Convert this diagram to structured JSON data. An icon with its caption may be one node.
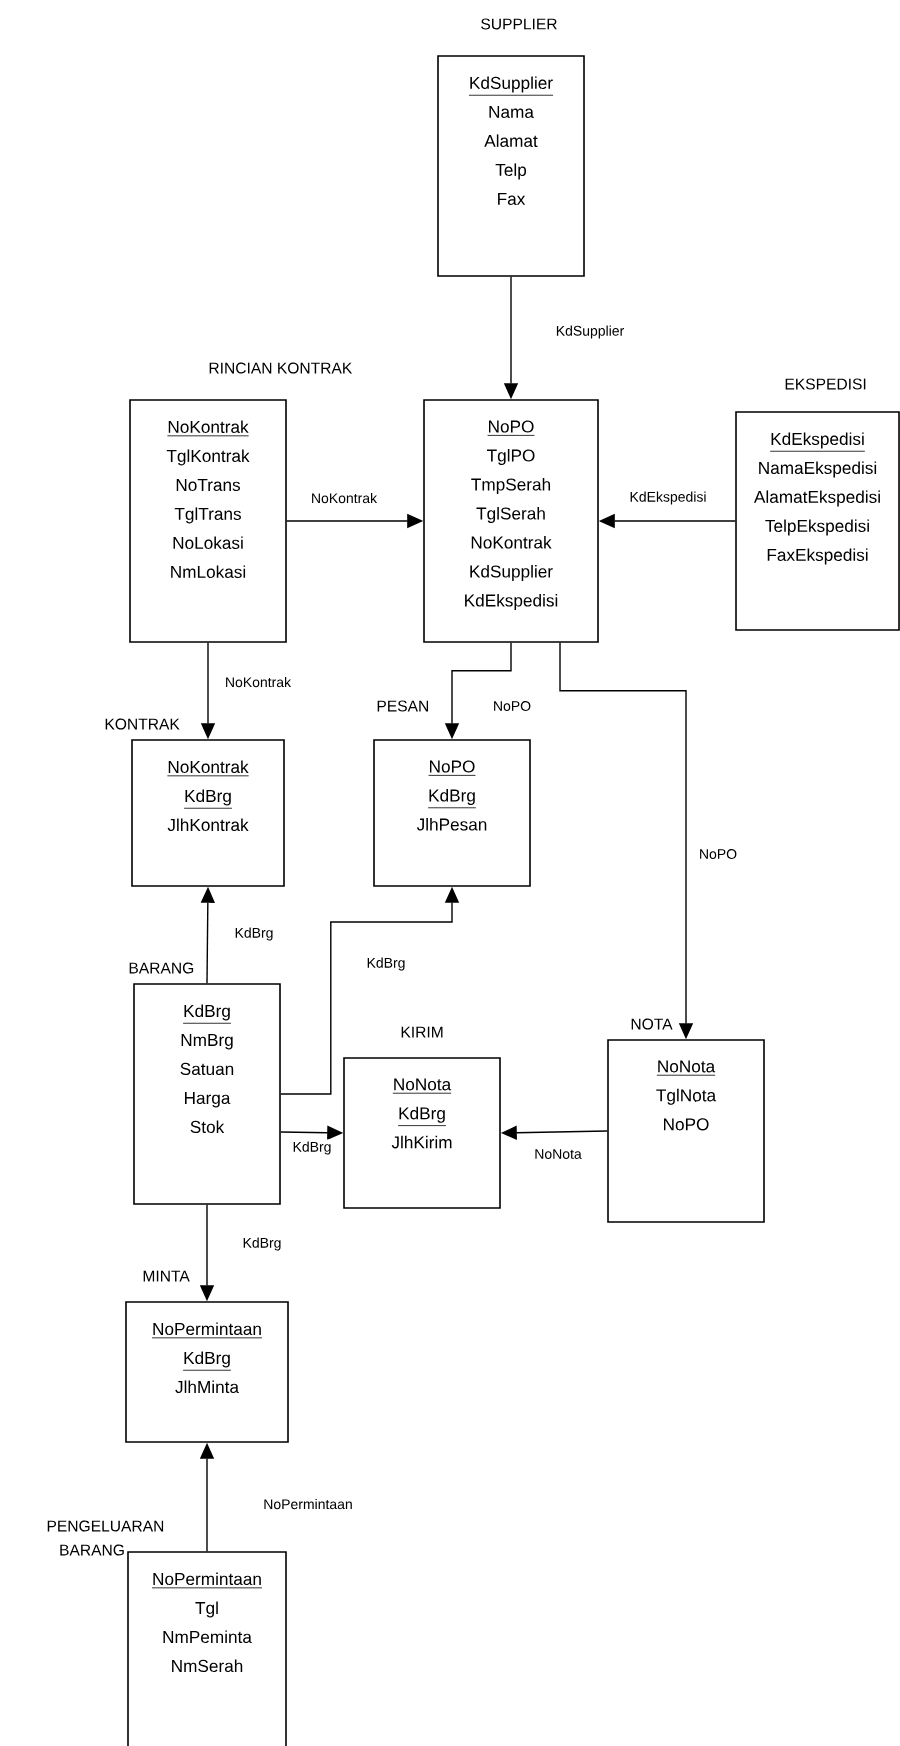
{
  "diagram": {
    "nodes": [
      {
        "text": [
          "SUPPLIER",
          "KdSupplier",
          "Nama",
          "Alamat",
          "Telp",
          "Fax"
        ]
      },
      {
        "text": [
          "RINCIAN KONTRAK",
          "NoKontrak",
          "TglKontrak",
          "NoTrans",
          "TglTrans",
          "NoLokasi",
          "NmLokasi"
        ]
      },
      {
        "text": [
          "NoPO",
          "TglPO",
          "TmpSerah",
          "TglSerah",
          "NoKontrak",
          "KdSupplier",
          "KdEkspedisi"
        ]
      },
      {
        "text": [
          "EKSPEDISI",
          "KdEkspedisi",
          "NamaEkspedisi",
          "AlamatEkspedisi",
          "TelpEkspedisi",
          "FaxEkspedisi"
        ]
      },
      {
        "text": [
          "KONTRAK",
          "NoKontrak",
          "KdBrg",
          "JlhKontrak"
        ]
      },
      {
        "text": [
          "PESAN",
          "NoPO",
          "KdBrg",
          "JlhPesan"
        ]
      },
      {
        "text": [
          "BARANG",
          "KdBrg",
          "NmBrg",
          "Satuan",
          "Harga",
          "Stok"
        ]
      },
      {
        "text": [
          "KIRIM",
          "NoNota",
          "KdBrg",
          "JlhKirim"
        ]
      },
      {
        "text": [
          "NOTA",
          "NoNota",
          "TglNota",
          "NoPO"
        ]
      },
      {
        "text": [
          "MINTA",
          "NoPermintaan",
          "KdBrg",
          "JlhMinta"
        ]
      },
      {
        "text": [
          "PENGELUARAN BARANG",
          "NoPermintaan",
          "Tgl",
          "NmPeminta",
          "NmSerah"
        ]
      }
    ],
    "edges": [
      {
        "from": 0,
        "to": 2,
        "arrow": "to",
        "label": "KdSupplier"
      },
      {
        "from": 1,
        "to": 2,
        "arrow": "to",
        "label": "NoKontrak"
      },
      {
        "from": 3,
        "to": 2,
        "arrow": "to",
        "label": "KdEkspedisi"
      },
      {
        "from": 1,
        "to": 4,
        "arrow": "to",
        "label": "NoKontrak"
      },
      {
        "from": 2,
        "to": 5,
        "arrow": "to",
        "label": "NoPO"
      },
      {
        "from": 2,
        "to": 8,
        "arrow": "to",
        "label": "NoPO"
      },
      {
        "from": 6,
        "to": 4,
        "arrow": "to",
        "label": "KdBrg"
      },
      {
        "from": 6,
        "to": 5,
        "arrow": "to",
        "label": "KdBrg"
      },
      {
        "from": 6,
        "to": 7,
        "arrow": "to",
        "label": "KdBrg"
      },
      {
        "from": 8,
        "to": 7,
        "arrow": "to",
        "label": "NoNota"
      },
      {
        "from": 6,
        "to": 9,
        "arrow": "to",
        "label": "KdBrg"
      },
      {
        "from": 10,
        "to": 9,
        "arrow": "to",
        "label": "NoPermintaan"
      }
    ]
  }
}
